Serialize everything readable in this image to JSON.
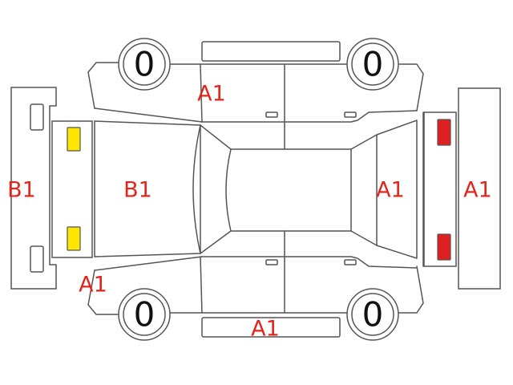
{
  "colors": {
    "outline": "#555555",
    "damage_code": "#e0261b",
    "headlamp": "#ffe600",
    "taillamp": "#e02020",
    "tread": "#111111"
  },
  "tires": {
    "front_left": "0",
    "rear_left": "0",
    "front_right": "0",
    "rear_right": "0"
  },
  "damage_codes": {
    "front_bumper": "B1",
    "hood": "B1",
    "front_left_fender": "A1",
    "left_side_sill": "A1",
    "right_front_fender": "A1",
    "trunk_lid": "A1",
    "rear_bumper": "A1"
  },
  "lamps": {
    "headlamp_icon": "lamp-icon",
    "taillamp_icon": "lamp-icon"
  }
}
